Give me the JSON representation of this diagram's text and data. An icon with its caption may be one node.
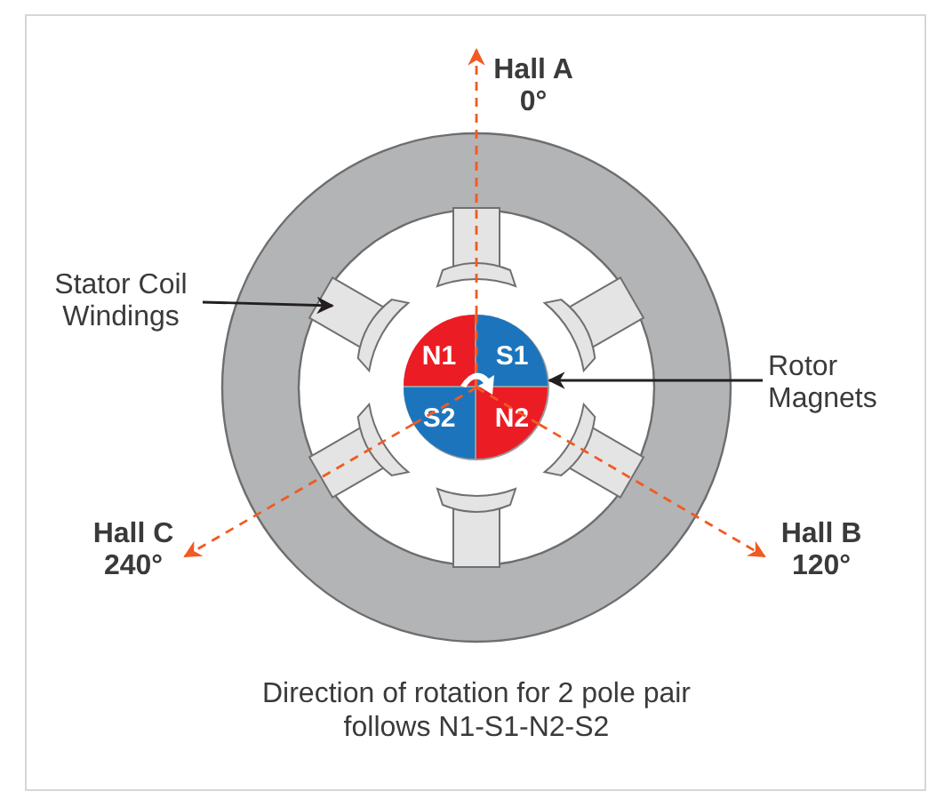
{
  "diagram": {
    "caption": "Direction of rotation for 2 pole pair follows N1-S1-N2-S2",
    "nodes": [
      {
        "text": [
          "Hall A 0°"
        ]
      },
      {
        "text": [
          "Stator Coil Windings"
        ]
      },
      {
        "text": [],
        "shape": "picture"
      },
      {
        "text": [],
        "shape": "circle"
      },
      {
        "text": [
          "N1"
        ],
        "in": 3
      },
      {
        "text": [
          "S1"
        ],
        "in": 3
      },
      {
        "text": [
          "S2"
        ],
        "in": 3
      },
      {
        "text": [
          "N2"
        ],
        "in": 3
      },
      {
        "text": [
          "Rotor Magnets"
        ]
      },
      {
        "text": [
          "Hall C 240°"
        ]
      },
      {
        "text": [
          "Hall B 120°"
        ]
      },
      {
        "text": [],
        "shape": "arrow",
        "in": 3
      }
    ],
    "edges": [
      {
        "from": 3,
        "to": 0,
        "arrow": "to",
        "style": "dashed",
        "color": "#f15a22"
      },
      {
        "from": 1,
        "to": 2,
        "arrow": "to",
        "color": "#231f20"
      },
      {
        "from": 8,
        "to": 3,
        "arrow": "to",
        "color": "#231f20"
      },
      {
        "from": 3,
        "to": 9,
        "arrow": "to",
        "style": "dashed",
        "color": "#f15a22"
      },
      {
        "from": 3,
        "to": 10,
        "arrow": "to",
        "style": "dashed",
        "color": "#f15a22"
      }
    ]
  }
}
